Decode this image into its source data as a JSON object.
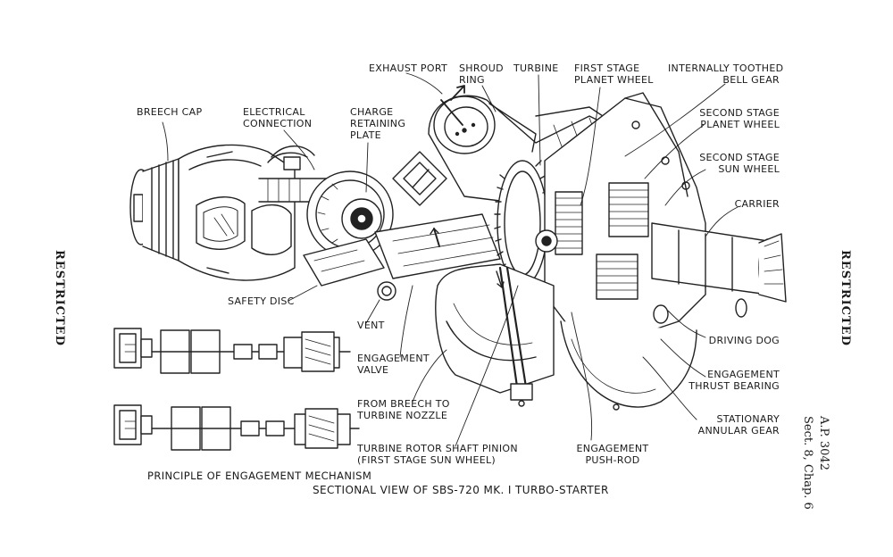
{
  "side_left": "RESTRICTED",
  "side_right": "RESTRICTED",
  "doc_ref": {
    "line1": "A.P. 3042",
    "line2": "Sect. 8, Chap. 6"
  },
  "labels": {
    "breech_cap": "BREECH CAP",
    "electrical_connection": "ELECTRICAL\nCONNECTION",
    "charge_retaining_plate": "CHARGE\nRETAINING\nPLATE",
    "exhaust_port": "EXHAUST PORT",
    "shroud_ring": "SHROUD\nRING",
    "turbine": "TURBINE",
    "first_stage_planet_wheel": "FIRST STAGE\nPLANET WHEEL",
    "internally_toothed_bell_gear": "INTERNALLY TOOTHED\nBELL GEAR",
    "second_stage_planet_wheel": "SECOND STAGE\nPLANET WHEEL",
    "second_stage_sun_wheel": "SECOND STAGE\nSUN WHEEL",
    "carrier": "CARRIER",
    "safety_disc": "SAFETY DISC",
    "vent": "VENT",
    "engagement_valve": "ENGAGEMENT\nVALVE",
    "from_breech_to_turbine_nozzle": "FROM BREECH TO\nTURBINE NOZZLE",
    "turbine_rotor_shaft_pinion": "TURBINE ROTOR SHAFT PINION\n(FIRST STAGE SUN WHEEL)",
    "engagement_push_rod": "ENGAGEMENT\nPUSH-ROD",
    "driving_dog": "DRIVING DOG",
    "engagement_thrust_bearing": "ENGAGEMENT\nTHRUST BEARING",
    "stationary_annular_gear": "STATIONARY\nANNULAR GEAR"
  },
  "captions": {
    "principle": "PRINCIPLE OF ENGAGEMENT MECHANISM",
    "title": "SECTIONAL VIEW OF SBS-720 MK. I TURBO-STARTER"
  }
}
